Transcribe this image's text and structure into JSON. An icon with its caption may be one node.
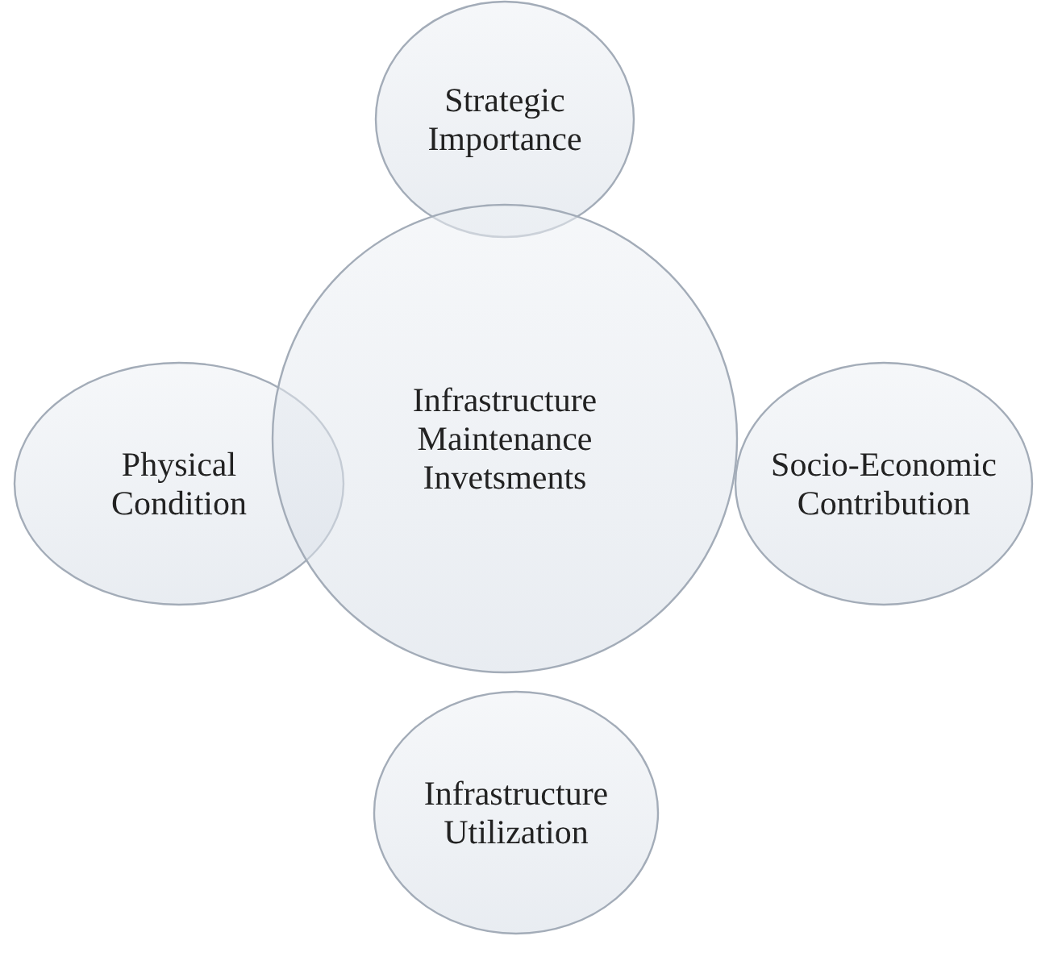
{
  "diagram": {
    "nodes": [
      {
        "text": [
          "Strategic Importance"
        ]
      },
      {
        "text": [
          "Physical Condition"
        ]
      },
      {
        "text": [
          "Infrastructure Maintenance Invetsments"
        ]
      },
      {
        "text": [
          "Socio-Economic Contribution"
        ]
      },
      {
        "text": [
          "Infrastructure Utilization"
        ]
      }
    ]
  }
}
